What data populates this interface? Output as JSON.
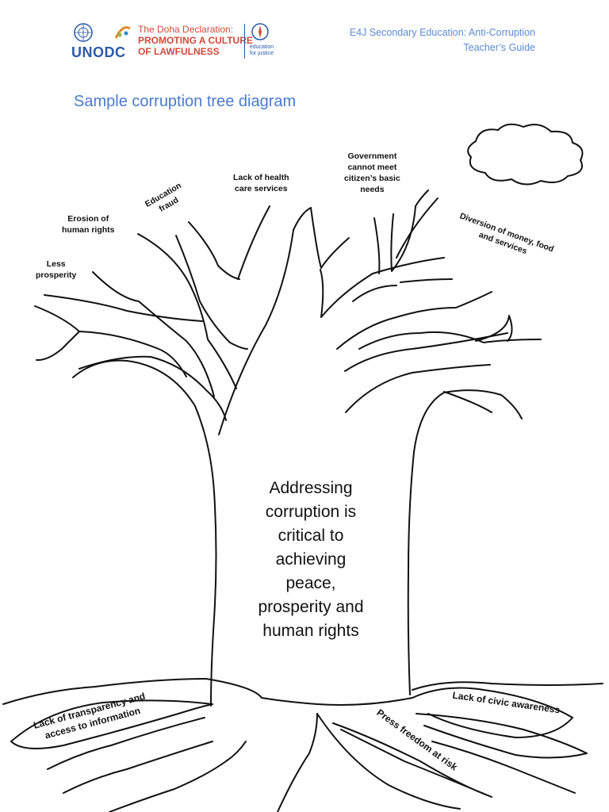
{
  "header": {
    "unodc": "UNODC",
    "doha_title": "The Doha Declaration:",
    "doha_line1": "PROMOTING A CULTURE",
    "doha_line2": "OF LAWFULNESS",
    "e4j_line1": "education",
    "e4j_line2": "for justice",
    "right_line1": "E4J Secondary Education: Anti-Corruption",
    "right_line2": "Teacher’s Guide"
  },
  "title": "Sample corruption tree diagram",
  "branches": {
    "less_prosperity": [
      "Less",
      "prosperity"
    ],
    "erosion": [
      "Erosion of",
      "human rights"
    ],
    "education_fraud": [
      "Education",
      "fraud"
    ],
    "health": [
      "Lack of health",
      "care services"
    ],
    "government": [
      "Government",
      "cannot meet",
      "citizen’s basic",
      "needs"
    ],
    "diversion": [
      "Diversion of money, food",
      "and services"
    ]
  },
  "trunk": [
    "Addressing",
    "corruption is",
    "critical to",
    "achieving",
    "peace,",
    "prosperity and",
    "human rights"
  ],
  "roots": {
    "transparency": [
      "Lack of transparency and",
      "access to information"
    ],
    "civic": "Lack of civic awareness",
    "press": "Press freedom at risk"
  }
}
